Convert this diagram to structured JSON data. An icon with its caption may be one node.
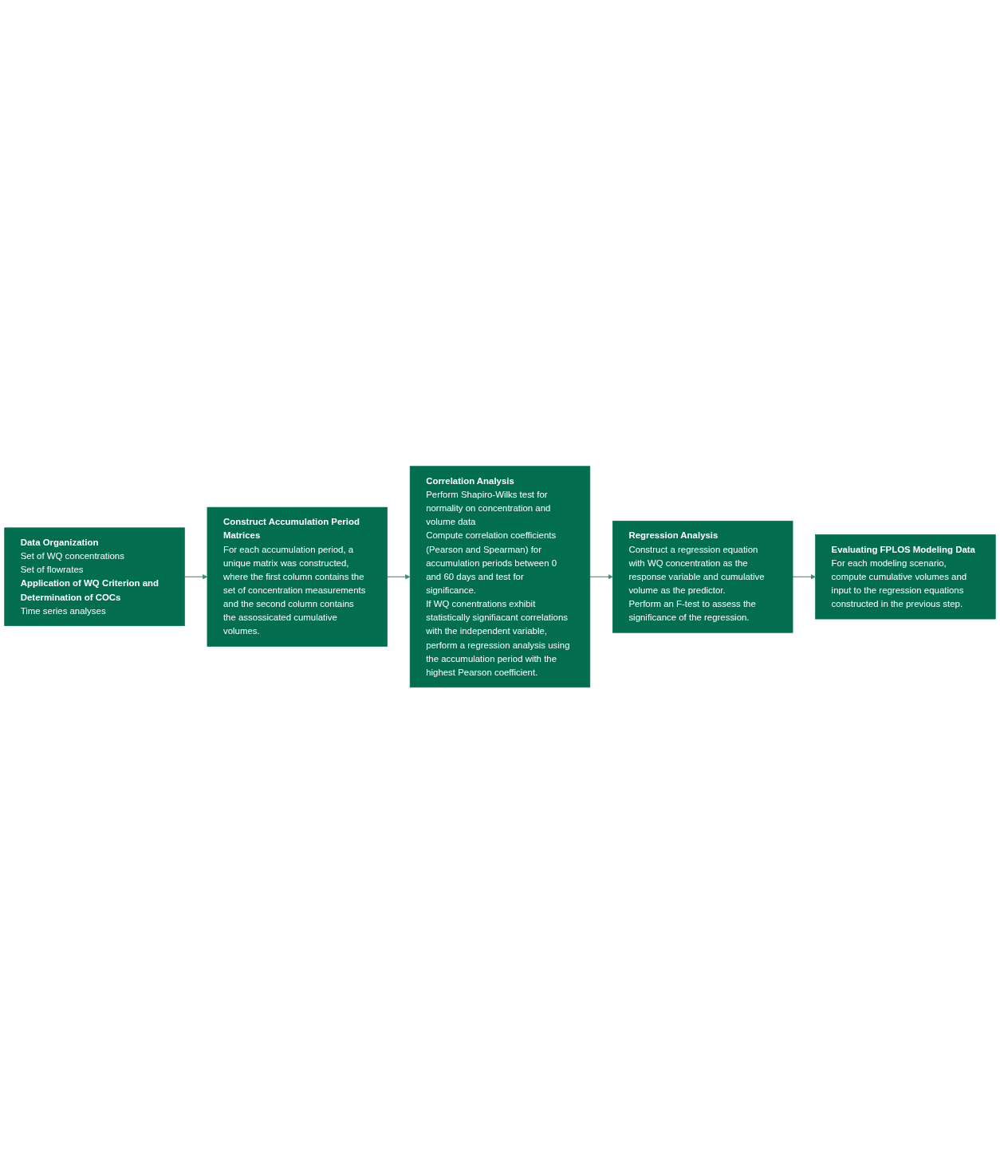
{
  "diagram": {
    "nodes": [
      {
        "text": [
          "Data Organization",
          "Set of WQ concentrations",
          "Set of flowrates",
          "Application of WQ Criterion and Determination of COCs",
          "Time series analyses"
        ]
      },
      {
        "text": [
          "Construct Accumulation Period Matrices",
          "For each accumulation period, a unique matrix was constructed, where the first column contains the set of concentration measurements and the second column contains the assossicated cumulative volumes."
        ]
      },
      {
        "text": [
          "Correlation Analysis",
          "Perform Shapiro-Wilks test for normality on concentration and volume data",
          "Compute correlation coefficients (Pearson and Spearman) for accumulation periods between 0 and 60 days and test for significance.",
          "If WQ conentrations exhibit statistically signifiacant correlations with the independent variable, perform a regression analysis using the accumulation period with the highest Pearson coefficient."
        ]
      },
      {
        "text": [
          "Regression Analysis",
          "Construct a regression equation with WQ concentration as the response variable and cumulative volume as the predictor.",
          "Perform an F-test to assess the significance of the regression."
        ]
      },
      {
        "text": [
          "Evaluating FPLOS Modeling Data",
          "For each modeling scenario, compute cumulative volumes and input to the regression equations constructed in the previous step."
        ]
      }
    ],
    "edges": [
      {
        "from": 0,
        "to": 1,
        "arrow": "to"
      },
      {
        "from": 1,
        "to": 2,
        "arrow": "to"
      },
      {
        "from": 2,
        "to": 3,
        "arrow": "to"
      },
      {
        "from": 3,
        "to": 4,
        "arrow": "to"
      }
    ]
  }
}
